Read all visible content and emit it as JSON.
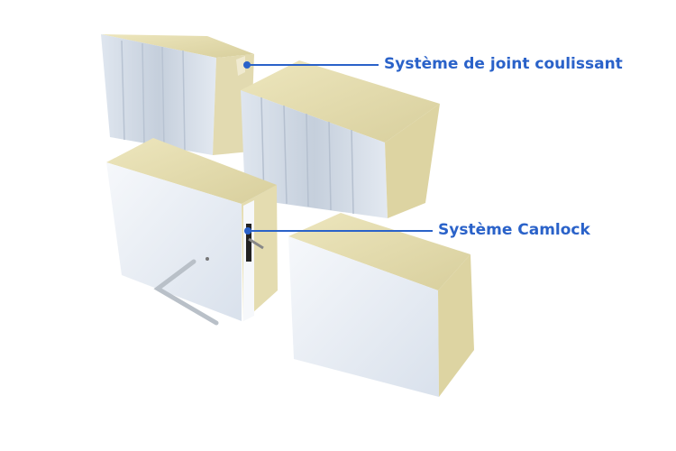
{
  "callouts": [
    {
      "text": "Système de joint coulissant",
      "target": "joint-coulissant"
    },
    {
      "text": "Système Camlock",
      "target": "camlock"
    }
  ],
  "colors": {
    "accent": "#2a62c9",
    "foam": "#e6dfb0",
    "foam_shade": "#d7cf9c",
    "skin": "#e9eef5",
    "skin_shade": "#c9d3e0"
  }
}
